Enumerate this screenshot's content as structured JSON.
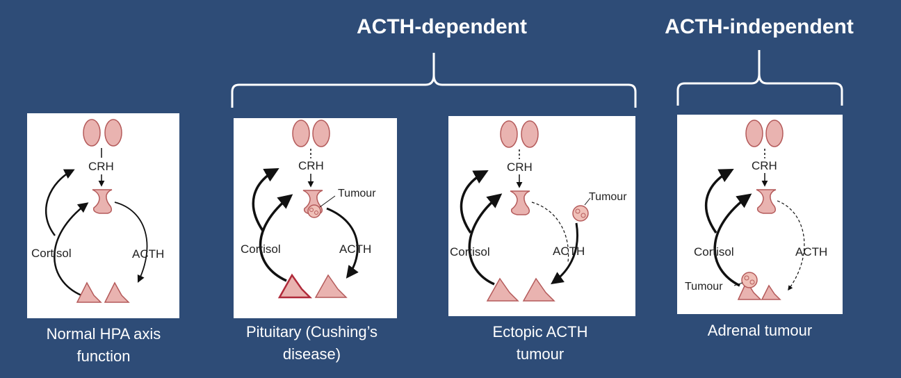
{
  "headings": {
    "acth_dependent": "ACTH-dependent",
    "acth_independent": "ACTH-independent"
  },
  "panels": [
    {
      "caption_line1": "Normal HPA axis",
      "caption_line2": "function",
      "labels": {
        "crh": "CRH",
        "cortisol": "Cortisol",
        "acth": "ACTH"
      }
    },
    {
      "caption_line1": "Pituitary (Cushing’s",
      "caption_line2": "disease)",
      "labels": {
        "crh": "CRH",
        "cortisol": "Cortisol",
        "acth": "ACTH",
        "tumour": "Tumour"
      }
    },
    {
      "caption_line1": "Ectopic ACTH",
      "caption_line2": "tumour",
      "labels": {
        "crh": "CRH",
        "cortisol": "Cortisol",
        "acth": "ACTH",
        "tumour": "Tumour"
      }
    },
    {
      "caption_line1": "Adrenal tumour",
      "caption_line2": "",
      "labels": {
        "crh": "CRH",
        "cortisol": "Cortisol",
        "acth": "ACTH",
        "tumour": "Tumour"
      }
    }
  ],
  "colors": {
    "background": "#2e4c77",
    "gland_fill": "#e9b3b0",
    "gland_stroke": "#b45a5a",
    "tumour_fill": "#f0c0b8"
  }
}
